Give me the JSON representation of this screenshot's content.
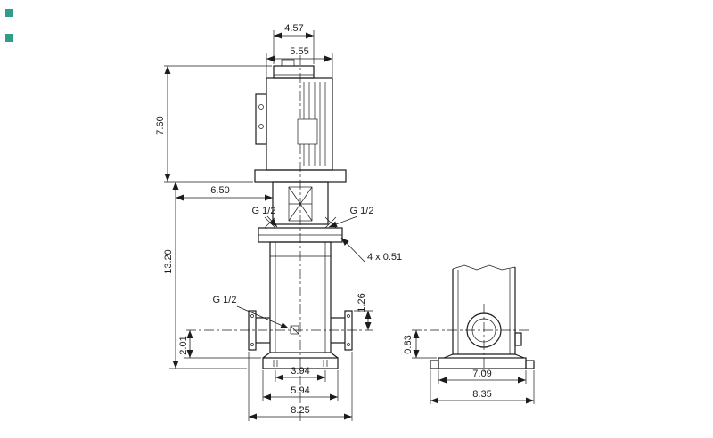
{
  "app": {
    "background": "#ffffff",
    "line_color": "#1c1c1c"
  },
  "corner_marks": {
    "color": "#2f9d8a"
  },
  "front_view": {
    "top_dims": {
      "fan_cover_width": "4.57",
      "motor_width": "5.55"
    },
    "left_dims": {
      "motor_height": "7.60",
      "head_offset": "6.50",
      "pump_height": "13.20",
      "port_center_height": "2.01"
    },
    "labels": {
      "gauge_port_left": "G 1/2",
      "gauge_port_right": "G 1/2",
      "staybolt_holes": "4 x 0.51",
      "drain_port": "G 1/2"
    },
    "right_dims": {
      "port_flange_offset": "1.26"
    },
    "bottom_dims": {
      "bolt_spacing": "3.94",
      "base_width": "5.94",
      "overall_width": "8.25"
    }
  },
  "side_view": {
    "dims": {
      "port_center_to_base": "0.83",
      "base_length": "7.09",
      "overall_length": "8.35"
    }
  }
}
